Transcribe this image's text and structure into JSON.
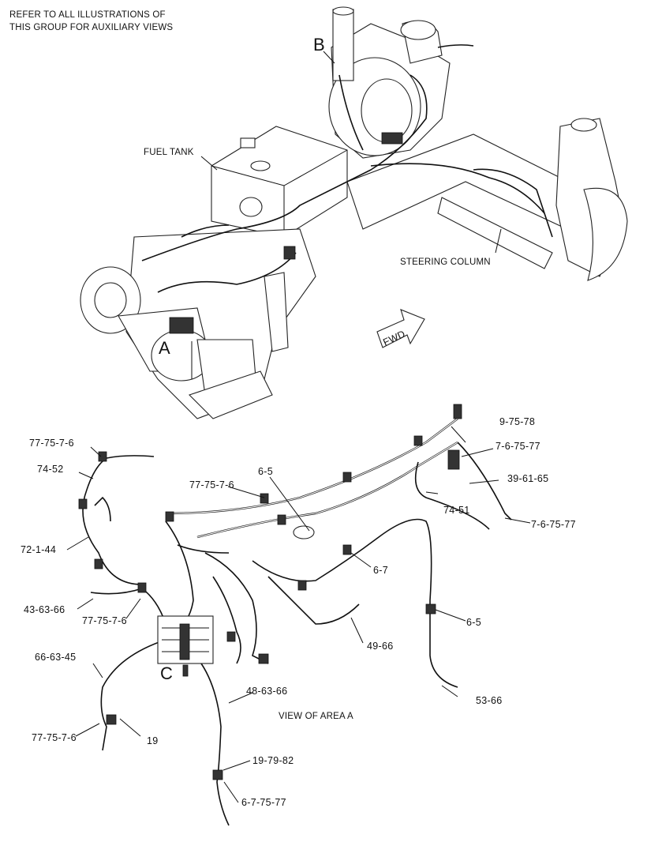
{
  "header_note": {
    "line1": "REFER TO ALL ILLUSTRATIONS OF",
    "line2": "THIS GROUP FOR AUXILIARY VIEWS"
  },
  "top_view": {
    "fuel_tank_label": "FUEL TANK",
    "steering_column_label": "STEERING COLUMN",
    "fwd_arrow_label": "FWD",
    "area_a_marker": "A",
    "area_b_marker": "B"
  },
  "detail_view": {
    "caption": "VIEW OF AREA A",
    "area_c_marker": "C",
    "callouts": [
      "77-75-7-6",
      "74-52",
      "72-1-44",
      "43-63-66",
      "77-75-7-6",
      "66-63-45",
      "77-75-7-6",
      "19",
      "6-5",
      "77-75-7-6",
      "9-75-78",
      "7-6-75-77",
      "39-61-65",
      "74-51",
      "7-6-75-77",
      "6-7",
      "6-5",
      "49-66",
      "48-63-66",
      "53-66",
      "19-79-82",
      "6-7-75-77"
    ]
  }
}
